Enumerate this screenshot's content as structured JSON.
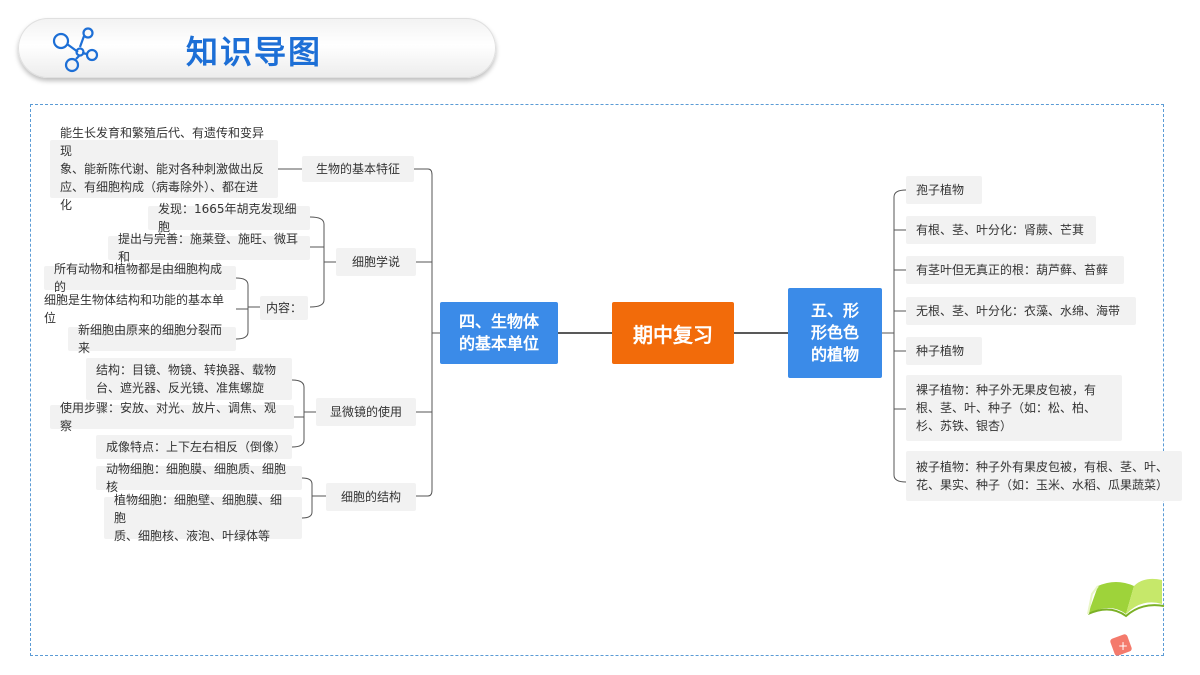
{
  "header": {
    "title": "知识导图",
    "logo_icon": "molecule-icon"
  },
  "root": {
    "label": "期中复习"
  },
  "left_branch": {
    "label": "四、生物体\n的基本单位",
    "topics": [
      {
        "label": "生物的基本特征",
        "items": [
          "能生长发育和繁殖后代、有遗传和变异现\n象、能新陈代谢、能对各种刺激做出反\n应、有细胞构成（病毒除外）、都在进化"
        ]
      },
      {
        "label": "细胞学说",
        "items": [
          "发现：1665年胡克发现细胞",
          "提出与完善：施莱登、施旺、微耳和"
        ],
        "sub": {
          "label": "内容：",
          "items": [
            "所有动物和植物都是由细胞构成的",
            "细胞是生物体结构和功能的基本单位",
            "新细胞由原来的细胞分裂而来"
          ]
        }
      },
      {
        "label": "显微镜的使用",
        "items": [
          "结构：目镜、物镜、转换器、载物\n台、遮光器、反光镜、准焦螺旋",
          "使用步骤：安放、对光、放片、调焦、观察",
          "成像特点：上下左右相反（倒像）"
        ]
      },
      {
        "label": "细胞的结构",
        "items": [
          "动物细胞：细胞膜、细胞质、细胞核",
          "植物细胞：细胞壁、细胞膜、细胞\n质、细胞核、液泡、叶绿体等"
        ]
      }
    ]
  },
  "right_branch": {
    "label": "五、形\n形色色\n的植物",
    "items": [
      "孢子植物",
      "有根、茎、叶分化：肾蕨、芒萁",
      "有茎叶但无真正的根：葫芦藓、苔藓",
      "无根、茎、叶分化：衣藻、水绵、海带",
      "种子植物",
      "裸子植物：种子外无果皮包被，有\n根、茎、叶、种子（如：松、柏、\n杉、苏铁、银杏）",
      "被子植物：种子外有果皮包被，有根、茎、叶、\n花、果实、种子（如：玉米、水稻、瓜果蔬菜）"
    ]
  },
  "decoration": {
    "icon": "open-book-icon",
    "colors": {
      "accent": "#f26b0a",
      "branch": "#3b8be8",
      "title": "#1d6fd6"
    }
  }
}
